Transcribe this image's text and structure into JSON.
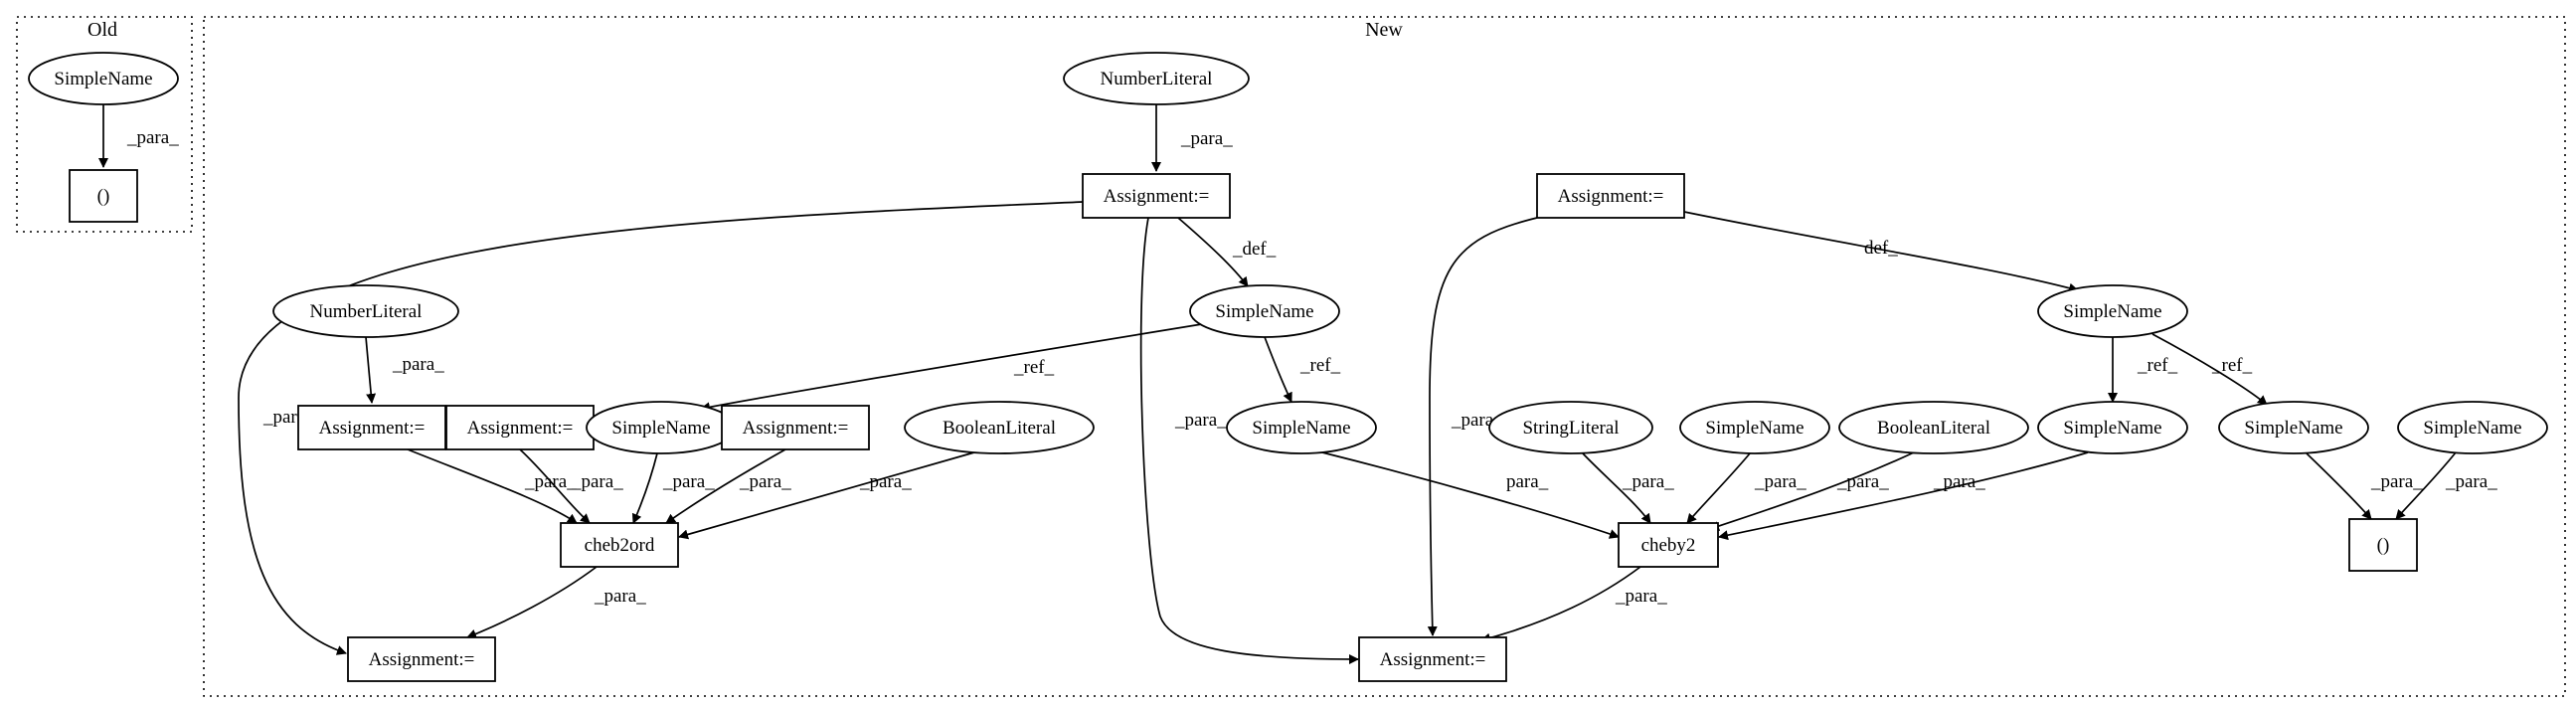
{
  "clusters": [
    {
      "id": "old",
      "label": "Old"
    },
    {
      "id": "new",
      "label": "New"
    }
  ],
  "nodes": [
    {
      "id": "o_sn",
      "label": "SimpleName",
      "shape": "ellipse"
    },
    {
      "id": "o_paren",
      "label": "()",
      "shape": "box"
    },
    {
      "id": "nl1",
      "label": "NumberLiteral",
      "shape": "ellipse"
    },
    {
      "id": "asg_top",
      "label": "Assignment:=",
      "shape": "box"
    },
    {
      "id": "asg_r",
      "label": "Assignment:=",
      "shape": "box"
    },
    {
      "id": "sn_mid",
      "label": "SimpleName",
      "shape": "ellipse"
    },
    {
      "id": "sn_right",
      "label": "SimpleName",
      "shape": "ellipse"
    },
    {
      "id": "nl2",
      "label": "NumberLiteral",
      "shape": "ellipse"
    },
    {
      "id": "asg_a",
      "label": "Assignment:=",
      "shape": "box"
    },
    {
      "id": "asg_b",
      "label": "Assignment:=",
      "shape": "box"
    },
    {
      "id": "sn_c",
      "label": "SimpleName",
      "shape": "ellipse"
    },
    {
      "id": "asg_d",
      "label": "Assignment:=",
      "shape": "box"
    },
    {
      "id": "bool1",
      "label": "BooleanLiteral",
      "shape": "ellipse"
    },
    {
      "id": "sn_e",
      "label": "SimpleName",
      "shape": "ellipse"
    },
    {
      "id": "str1",
      "label": "StringLiteral",
      "shape": "ellipse"
    },
    {
      "id": "sn_f",
      "label": "SimpleName",
      "shape": "ellipse"
    },
    {
      "id": "bool2",
      "label": "BooleanLiteral",
      "shape": "ellipse"
    },
    {
      "id": "sn_g",
      "label": "SimpleName",
      "shape": "ellipse"
    },
    {
      "id": "sn_h",
      "label": "SimpleName",
      "shape": "ellipse"
    },
    {
      "id": "sn_i",
      "label": "SimpleName",
      "shape": "ellipse"
    },
    {
      "id": "cheb2ord",
      "label": "cheb2ord",
      "shape": "box"
    },
    {
      "id": "cheby2",
      "label": "cheby2",
      "shape": "box"
    },
    {
      "id": "n_paren",
      "label": "()",
      "shape": "box"
    },
    {
      "id": "asg_bl",
      "label": "Assignment:=",
      "shape": "box"
    },
    {
      "id": "asg_bm",
      "label": "Assignment:=",
      "shape": "box"
    }
  ],
  "edges": [
    {
      "from": "o_sn",
      "to": "o_paren",
      "label": "_para_"
    },
    {
      "from": "nl1",
      "to": "asg_top",
      "label": "_para_"
    },
    {
      "from": "asg_top",
      "to": "sn_mid",
      "label": "_def_"
    },
    {
      "from": "asg_top",
      "to": "asg_bl",
      "label": "_para_"
    },
    {
      "from": "asg_top",
      "to": "asg_bm",
      "label": "_para_"
    },
    {
      "from": "asg_r",
      "to": "sn_right",
      "label": "def_"
    },
    {
      "from": "asg_r",
      "to": "asg_bm",
      "label": "_para_"
    },
    {
      "from": "sn_mid",
      "to": "sn_c",
      "label": "_ref_"
    },
    {
      "from": "sn_mid",
      "to": "sn_e",
      "label": "_ref_"
    },
    {
      "from": "sn_right",
      "to": "sn_g",
      "label": "_ref_"
    },
    {
      "from": "sn_right",
      "to": "sn_h",
      "label": "_ref_"
    },
    {
      "from": "nl2",
      "to": "asg_a",
      "label": "_para_"
    },
    {
      "from": "asg_a",
      "to": "cheb2ord",
      "label": "_para_"
    },
    {
      "from": "asg_b",
      "to": "cheb2ord",
      "label": "_para_"
    },
    {
      "from": "sn_c",
      "to": "cheb2ord",
      "label": "_para_"
    },
    {
      "from": "asg_d",
      "to": "cheb2ord",
      "label": "_para_"
    },
    {
      "from": "bool1",
      "to": "cheb2ord",
      "label": "_para_"
    },
    {
      "from": "sn_e",
      "to": "cheby2",
      "label": "para_"
    },
    {
      "from": "str1",
      "to": "cheby2",
      "label": "_para_"
    },
    {
      "from": "sn_f",
      "to": "cheby2",
      "label": "_para_"
    },
    {
      "from": "bool2",
      "to": "cheby2",
      "label": "_para_"
    },
    {
      "from": "sn_g",
      "to": "cheby2",
      "label": "_para_"
    },
    {
      "from": "sn_h",
      "to": "n_paren",
      "label": "_para_"
    },
    {
      "from": "sn_i",
      "to": "n_paren",
      "label": "_para_"
    },
    {
      "from": "cheb2ord",
      "to": "asg_bl",
      "label": "_para_"
    },
    {
      "from": "cheby2",
      "to": "asg_bm",
      "label": "_para_"
    }
  ]
}
